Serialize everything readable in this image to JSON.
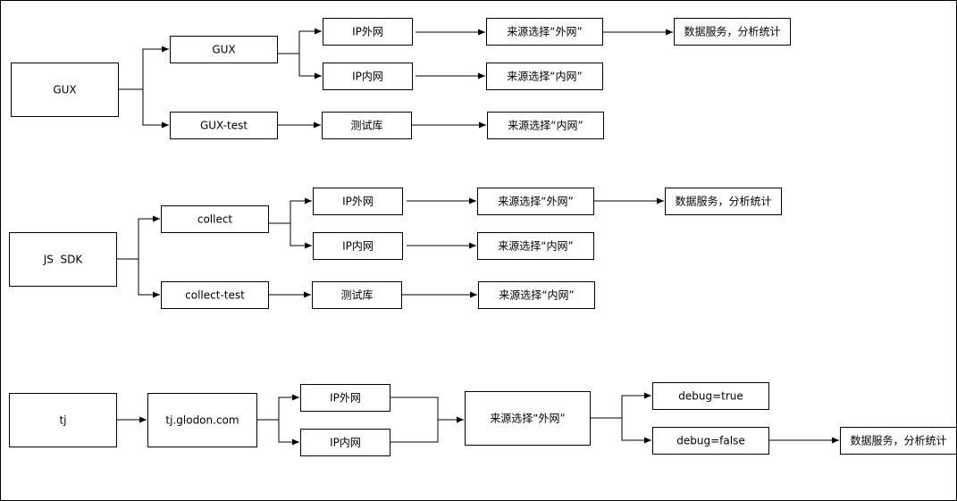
{
  "nodes": {
    "gux": "GUX",
    "gux_app": "GUX",
    "gux_ip_ext": "IP外网",
    "gux_src_ext": "来源选择“外网”",
    "gux_data_svc": "数据服务，分析统计",
    "gux_ip_int": "IP内网",
    "gux_src_int": "来源选择“内网”",
    "gux_test": "GUX-test",
    "gux_test_db": "测试库",
    "gux_test_src": "来源选择“内网”",
    "jssdk": "JS  SDK",
    "collect": "collect",
    "collect_ip_ext": "IP外网",
    "collect_src_ext": "来源选择“外网”",
    "collect_data_svc": "数据服务，分析统计",
    "collect_ip_int": "IP内网",
    "collect_src_int": "来源选择“内网”",
    "collect_test": "collect-test",
    "collect_test_db": "测试库",
    "collect_test_src": "来源选择“内网”",
    "tj": "tj",
    "tj_domain": "tj.glodon.com",
    "tj_ip_ext": "IP外网",
    "tj_ip_int": "IP内网",
    "tj_src_ext": "来源选择“外网”",
    "tj_debug_true": "debug=true",
    "tj_debug_false": "debug=false",
    "tj_data_svc": "数据服务，分析统计"
  }
}
